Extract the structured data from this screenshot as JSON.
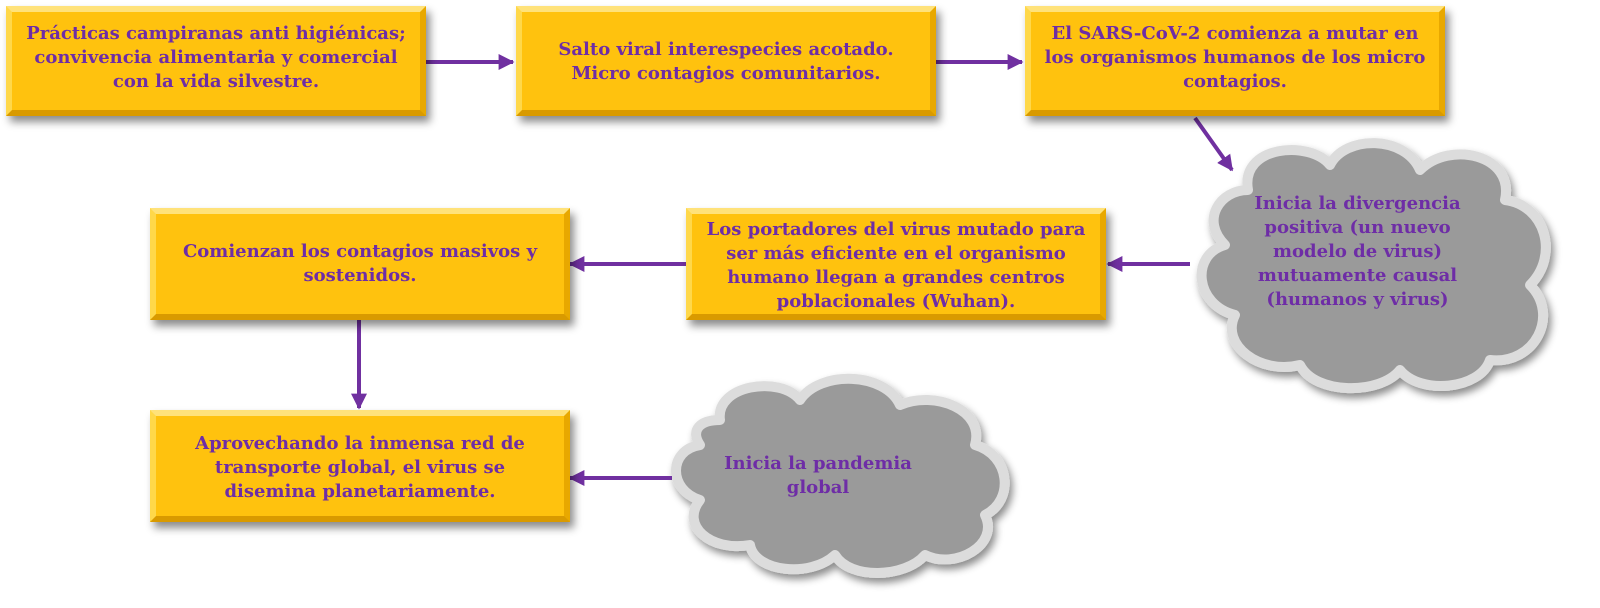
{
  "nodes": {
    "practicas": "Prácticas campiranas anti higiénicas; convivencia alimentaria y comercial con la vida silvestre.",
    "salto": "Salto viral interespecies acotado. Micro contagios comunitarios.",
    "sars": "El SARS-CoV-2 comienza a mutar en los organismos humanos de los micro contagios.",
    "divergencia": "Inicia la divergencia positiva (un nuevo modelo de virus) mutuamente causal (humanos y virus)",
    "portadores": "Los portadores del virus mutado para ser más eficiente en el organismo humano llegan a grandes centros poblacionales (Wuhan).",
    "contagios": "Comienzan los contagios masivos y sostenidos.",
    "aprovechando": "Aprovechando la inmensa red de transporte global, el virus se disemina planetariamente.",
    "pandemia": "Inicia la pandemia global"
  },
  "colors": {
    "box_fill": "#ffc20e",
    "text": "#6e2da6",
    "arrow": "#7030a0",
    "cloud_fill": "#9a9a9a",
    "cloud_outline": "#dcdcdc"
  }
}
